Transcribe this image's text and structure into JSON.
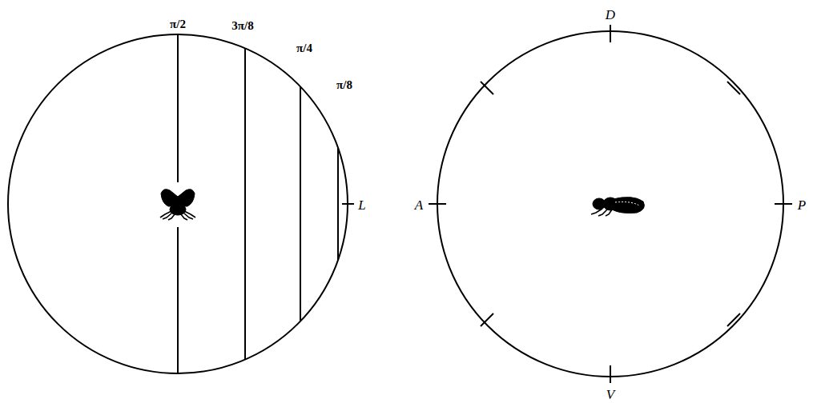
{
  "diagram": {
    "labels": [
      "π/2",
      "3π/8",
      "π/4",
      "π/8",
      "L",
      "D",
      "A",
      "P",
      "V"
    ]
  }
}
